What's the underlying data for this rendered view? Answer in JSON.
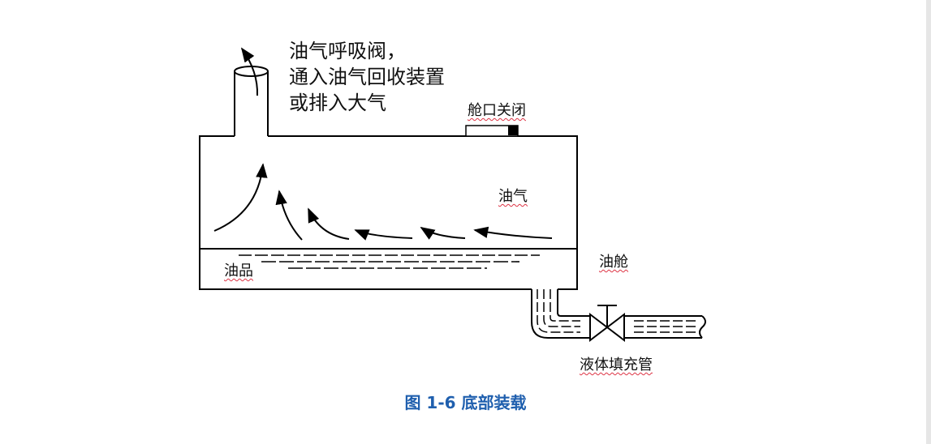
{
  "figure": {
    "caption": "图 1-6   底部装载",
    "vent_note": {
      "line1": "油气呼吸阀，",
      "line2": "通入油气回收装置",
      "line3": "或排入大气"
    },
    "labels": {
      "hatch_closed": "舱口关闭",
      "vapor": "油气",
      "oil_product": "油品",
      "tank": "油舱",
      "fill_pipe": "液体填充管"
    }
  },
  "colors": {
    "caption": "#1f5fae",
    "line": "#000000",
    "wavy_underline": "#dd3344"
  }
}
